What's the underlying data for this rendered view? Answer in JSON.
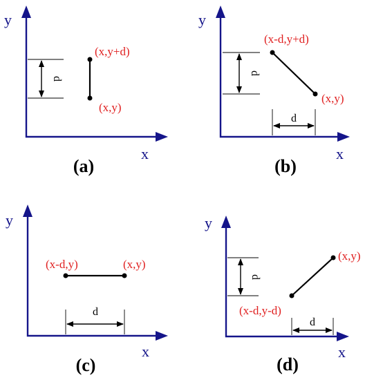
{
  "axes": {
    "x_label": "x",
    "y_label": "y"
  },
  "panels": [
    {
      "caption": "(a)",
      "start_label": "(x,y)",
      "end_label": "(x,y+d)",
      "dim_label": "d"
    },
    {
      "caption": "(b)",
      "start_label": "(x,y)",
      "end_label": "(x-d,y+d)",
      "dim_v_label": "d",
      "dim_h_label": "d"
    },
    {
      "caption": "(c)",
      "start_label": "(x,y)",
      "end_label": "(x-d,y)",
      "dim_label": "d"
    },
    {
      "caption": "(d)",
      "start_label": "(x,y)",
      "end_label": "(x-d,y-d)",
      "dim_v_label": "d",
      "dim_h_label": "d"
    }
  ],
  "colors": {
    "axis": "#15158a",
    "point_label": "#e02020",
    "segment": "#000000"
  }
}
